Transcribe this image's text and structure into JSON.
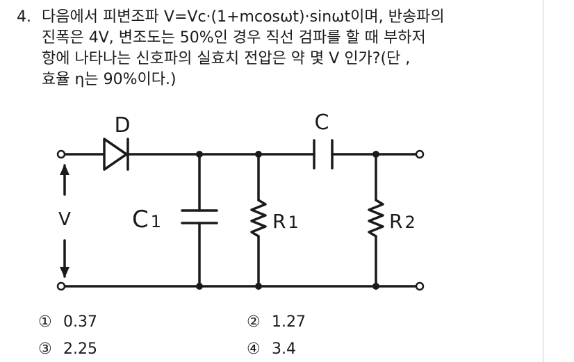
{
  "question": {
    "number": "4.",
    "lines": [
      "다음에서 피변조파 V=Vc·(1+mcosωt)·sinωt이며, 반송파의",
      "진폭은 4V, 변조도는 50%인 경우 직선 검파를 할 때 부하저",
      "항에 나타나는 신호파의 실효치 전압은 약 몇 V 인가?(단 ,",
      "효율 η는 90%이다.)"
    ]
  },
  "circuit": {
    "labels": {
      "diode": "D",
      "capacitor": "C",
      "input_voltage": "V",
      "c1": "C1",
      "r1": "R1",
      "r2": "R2"
    }
  },
  "choices": [
    {
      "mark": "①",
      "value": "0.37"
    },
    {
      "mark": "②",
      "value": "1.27"
    },
    {
      "mark": "③",
      "value": "2.25"
    },
    {
      "mark": "④",
      "value": "3.4"
    }
  ]
}
